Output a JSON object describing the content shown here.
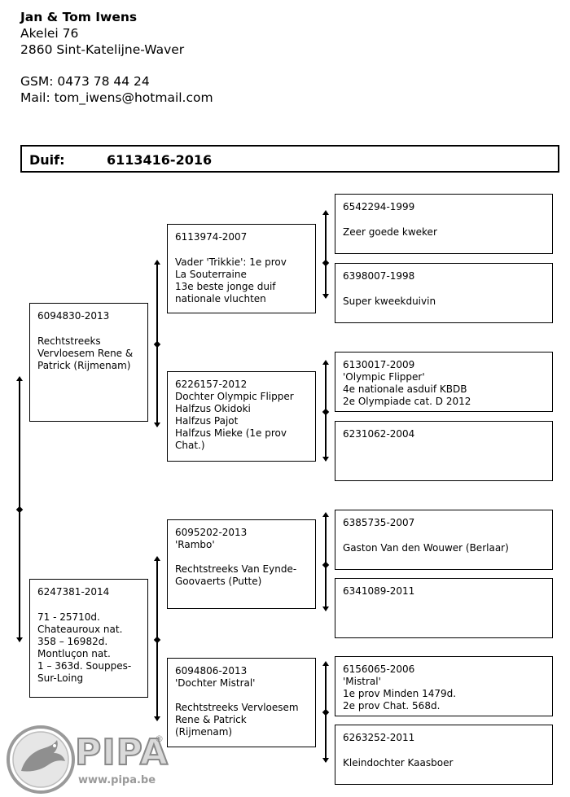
{
  "owner": {
    "name": "Jan & Tom Iwens",
    "street": "Akelei 76",
    "city": "2860 Sint-Katelijne-Waver",
    "gsm": "GSM: 0473 78 44 24",
    "mail": "Mail: tom_iwens@hotmail.com"
  },
  "duif": {
    "label": "Duif:",
    "ring": "6113416-2016"
  },
  "pedigree": {
    "father": {
      "ring": "6094830-2013",
      "note": "Rechtstreeks\nVervloesem Rene &\nPatrick (Rijmenam)"
    },
    "mother": {
      "ring": "6247381-2014",
      "note": "71 - 25710d.\nChateauroux nat.\n358 – 16982d.\nMontluçon nat.\n1 – 363d. Souppes-\nSur-Loing"
    },
    "ff": {
      "ring": "6113974-2007",
      "note": "Vader 'Trikkie': 1e prov\nLa Souterraine\n13e beste jonge duif\nnationale vluchten"
    },
    "fm": {
      "ring": "6226157-2012",
      "note": "Dochter Olympic Flipper\nHalfzus Okidoki\nHalfzus Pajot\nHalfzus Mieke (1e prov\nChat.)"
    },
    "mf": {
      "ring": "6095202-2013",
      "note": "'Rambo'\n\nRechtstreeks Van Eynde-\nGoovaerts (Putte)"
    },
    "mm": {
      "ring": "6094806-2013",
      "note": "'Dochter Mistral'\n\nRechtstreeks Vervloesem\nRene & Patrick\n(Rijmenam)"
    },
    "fff": {
      "ring": "6542294-1999",
      "note": "Zeer goede kweker"
    },
    "ffm": {
      "ring": "6398007-1998",
      "note": "Super kweekduivin"
    },
    "fmf": {
      "ring": "6130017-2009",
      "note": "'Olympic Flipper'\n4e nationale asduif KBDB\n2e Olympiade cat. D 2012"
    },
    "fmm": {
      "ring": "6231062-2004",
      "note": ""
    },
    "mff": {
      "ring": "6385735-2007",
      "note": "Gaston Van den Wouwer (Berlaar)"
    },
    "mfm": {
      "ring": "6341089-2011",
      "note": ""
    },
    "mmf": {
      "ring": "6156065-2006",
      "note": "'Mistral'\n1e prov Minden 1479d.\n2e prov Chat. 568d."
    },
    "mmm": {
      "ring": "6263252-2011",
      "note": "Kleindochter Kaasboer"
    }
  },
  "logo": {
    "text": "PIPA",
    "reg": "®",
    "url": "www.pipa.be"
  }
}
